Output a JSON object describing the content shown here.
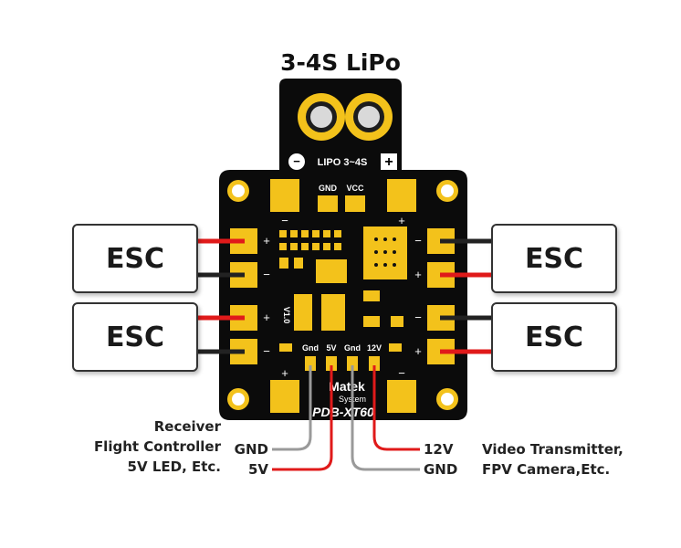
{
  "title": "3-4S LiPo",
  "board": {
    "lipo_label": "LIPO 3~4S",
    "lipo_minus": "−",
    "lipo_plus": "+",
    "top_pad_gnd": "GND",
    "top_pad_vcc": "VCC",
    "out_labels": [
      "Gnd",
      "5V",
      "Gnd",
      "12V"
    ],
    "brand": "Matek",
    "brand_sub": "System",
    "model": "PDB-XT60",
    "version": "V1.0",
    "sign_plus": "+",
    "sign_minus": "−"
  },
  "esc_label": "ESC",
  "left_group": {
    "lines": [
      "Receiver",
      "Flight Controller",
      "5V LED, Etc."
    ],
    "wire_gnd": "GND",
    "wire_5v": "5V"
  },
  "right_group": {
    "lines": [
      "Video Transmitter,",
      "FPV Camera,Etc."
    ],
    "wire_12v": "12V",
    "wire_gnd": "GND"
  },
  "colors": {
    "board": "#0b0b0b",
    "pad": "#f3c21b",
    "wire_red": "#e01a1a",
    "wire_black": "#222222",
    "wire_gray": "#9a9a9a"
  }
}
